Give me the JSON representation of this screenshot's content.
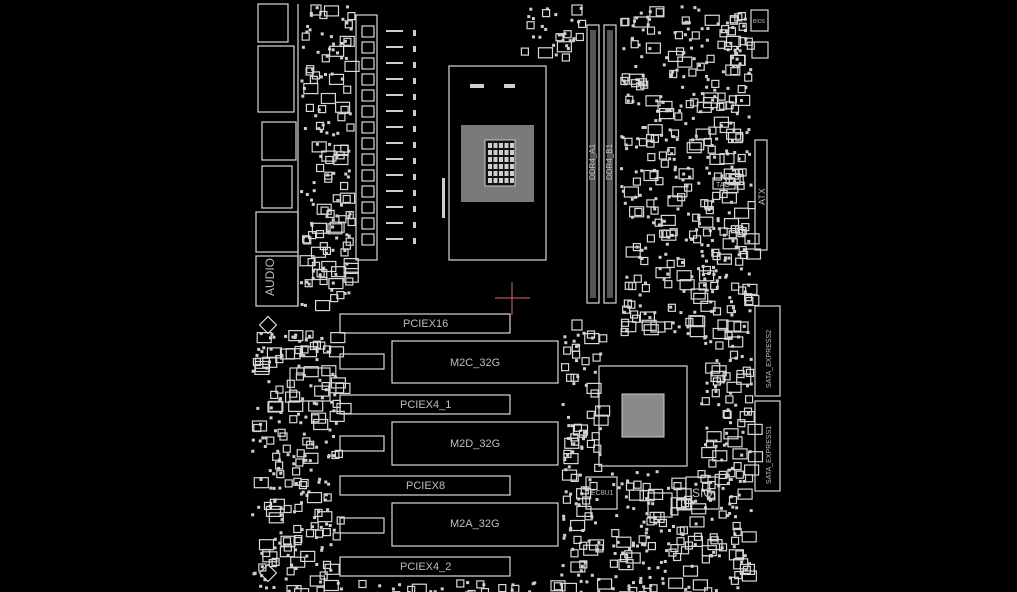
{
  "board": {
    "background": "#000000",
    "stroke_color": "#d8d8d8",
    "labels": {
      "pcie_x16": "PCIEX16",
      "pcie_x4_1": "PCIEX4_1",
      "pcie_x8": "PCIEX8",
      "pcie_x4_2": "PCIEX4_2",
      "m2c": "M2C_32G",
      "m2d": "M2D_32G",
      "m2a": "M2A_32G",
      "dimm_a": "DDR4_A1",
      "dimm_b": "DDR4_B1",
      "atx": "ATX",
      "tag": "TAG",
      "sio": "SIO",
      "ec": "EC8U1",
      "sata_express_1": "SATA_EXPRESS2",
      "sata_express_2": "SATA_EXPRESS1",
      "audio": "AUDIO",
      "bios": "BIOS"
    }
  }
}
